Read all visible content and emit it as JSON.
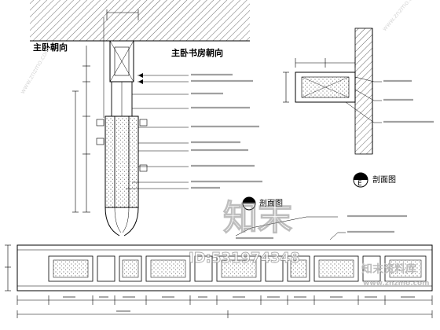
{
  "labels": {
    "master_bedroom_facing": "主卧朝向",
    "master_bedroom_study_facing": "主卧书房朝向",
    "section_title": "剖面图",
    "section_marker": "E",
    "section_title_2": "剖面图"
  },
  "watermark": {
    "big_text": "知末",
    "id_text": "ID:531974348",
    "brand_text": "知末资料库",
    "url_text": "www.znzmo.com",
    "edge_text": "www.znzmo.com"
  }
}
